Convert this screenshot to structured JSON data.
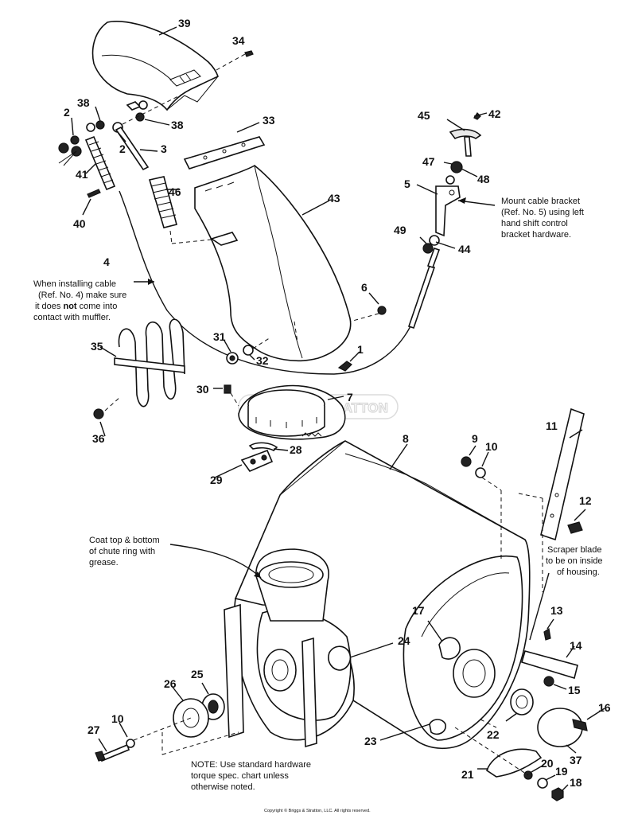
{
  "labels": {
    "l1": "1",
    "l2a": "2",
    "l2b": "2",
    "l3": "3",
    "l4": "4",
    "l5": "5",
    "l6": "6",
    "l7": "7",
    "l8": "8",
    "l9": "9",
    "l10a": "10",
    "l10b": "10",
    "l11": "11",
    "l12": "12",
    "l13": "13",
    "l14": "14",
    "l15": "15",
    "l16": "16",
    "l17": "17",
    "l18": "18",
    "l19": "19",
    "l20": "20",
    "l21": "21",
    "l22": "22",
    "l23": "23",
    "l24": "24",
    "l25": "25",
    "l26": "26",
    "l27": "27",
    "l28": "28",
    "l29": "29",
    "l30": "30",
    "l31": "31",
    "l32": "32",
    "l33": "33",
    "l34": "34",
    "l35": "35",
    "l36": "36",
    "l37": "37",
    "l38a": "38",
    "l38b": "38",
    "l39": "39",
    "l40": "40",
    "l41": "41",
    "l42": "42",
    "l43": "43",
    "l44": "44",
    "l45": "45",
    "l46": "46",
    "l47": "47",
    "l48": "48",
    "l49": "49"
  },
  "notes": {
    "mount_cable": [
      "Mount cable bracket",
      "(Ref. No. 5) using left",
      "hand shift control",
      "bracket hardware."
    ],
    "cable_install": {
      "line1": "When installing cable",
      "line2": "(Ref. No. 4) make sure",
      "line3_pre": "it does ",
      "line3_bold": "not",
      "line3_post": " come into",
      "line4": "contact with muffler."
    },
    "coat_top": [
      "Coat top & bottom",
      "of chute ring with",
      "grease."
    ],
    "scraper_blade": [
      "Scraper blade",
      "to be on inside",
      "of housing."
    ],
    "torque": [
      "NOTE: Use standard hardware",
      "torque spec. chart unless",
      "otherwise noted."
    ]
  },
  "watermark": "BRIGGS & STRATTON",
  "copyright": "Copyright © Briggs & Stratton, LLC. All rights reserved."
}
